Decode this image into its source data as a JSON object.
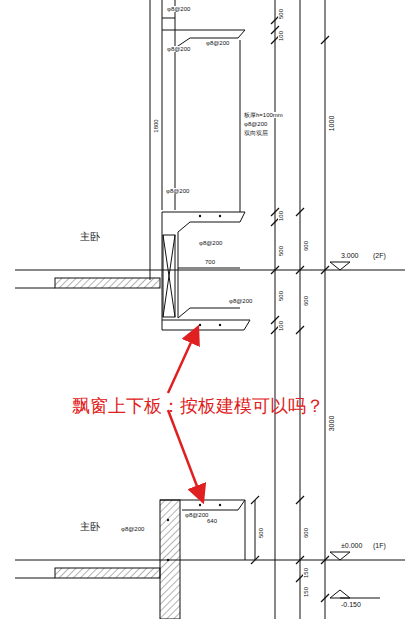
{
  "diagram": {
    "labels": [
      "φ8@200",
      "φ8@200",
      "φ8@200",
      "500",
      "100",
      "1000",
      "1800",
      "板厚h=100mm",
      "φ8@200",
      "双向双层",
      "φ8@200",
      "φ8@200",
      "700",
      "100",
      "500",
      "600",
      "主卧",
      "3.000",
      "(2F)",
      "500",
      "600",
      "φ8@200",
      "100",
      "3000",
      "飘窗上下板：按板建模可以吗？",
      "φ8@200",
      "φ8@200",
      "640",
      "500",
      "600",
      "主卧",
      "±0.000",
      "(1F)",
      "150",
      "150",
      "-0.150"
    ]
  }
}
